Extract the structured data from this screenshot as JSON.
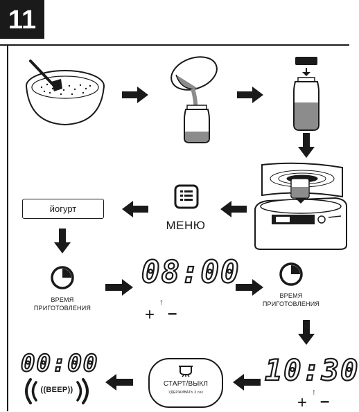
{
  "step_number": "11",
  "menu_label": "МЕНЮ",
  "program_label": "йогурт",
  "time_label_lines": [
    "ВРЕМЯ",
    "ПРИГОТОВЛЕНИЯ"
  ],
  "displays": {
    "time_default": "08:00",
    "time_set": "10:30",
    "time_end": "00:00"
  },
  "plus_symbol": "+",
  "minus_symbol": "–",
  "start_button": {
    "label": "СТАРТ/ВЫКЛ",
    "hint": "УДЕРЖИВАТЬ 3 сек"
  },
  "beep_label": "((BEEP))",
  "icons": {
    "flow_arrow": "arrow-icon",
    "clock": "clock-icon",
    "menu": "menu-list-icon",
    "pot": "pot-icon"
  },
  "colors": {
    "ink": "#1a1a1a",
    "paper": "#ffffff",
    "liquid": "#8c8c8c"
  }
}
